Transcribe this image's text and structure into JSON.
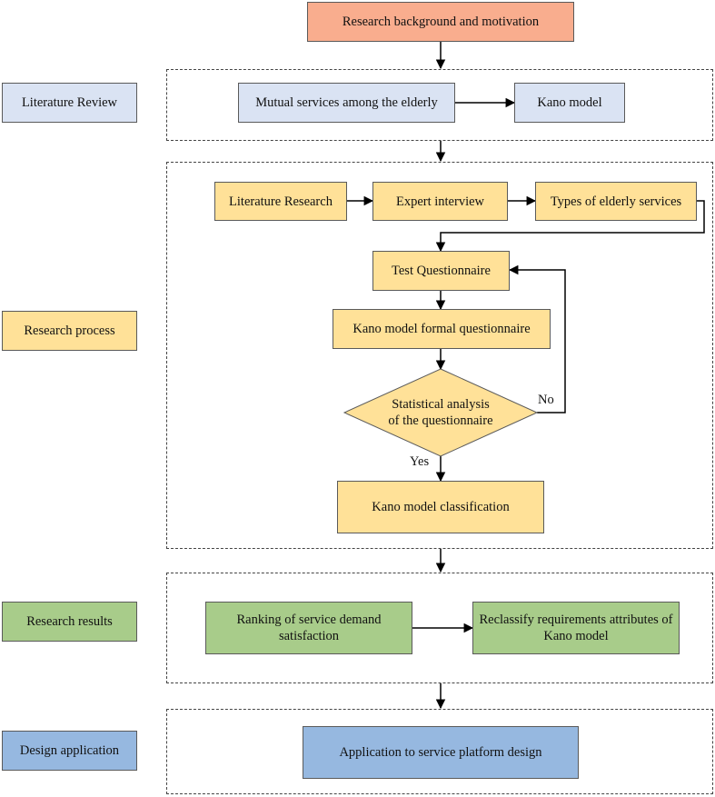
{
  "nodes": {
    "background": "Research background and motivation",
    "literature_review": "Literature Review",
    "mutual_services": "Mutual services among the elderly",
    "kano_model": "Kano model",
    "research_process": "Research process",
    "literature_research": "Literature Research",
    "expert_interview": "Expert interview",
    "types_services": "Types of elderly services",
    "test_questionnaire": "Test Questionnaire",
    "formal_questionnaire": "Kano model formal questionnaire",
    "statistical_analysis": "Statistical analysis of the questionnaire",
    "classification": "Kano model classification",
    "research_results": "Research results",
    "ranking": "Ranking of service demand satisfaction",
    "reclassify": "Reclassify requirements attributes of Kano model",
    "design_application": "Design application",
    "application": "Application to service platform design"
  },
  "edge_labels": {
    "no": "No",
    "yes": "Yes"
  },
  "colors": {
    "orange": "#F9AD8E",
    "light_blue": "#DAE3F3",
    "yellow": "#FFE198",
    "green": "#A8CC8A",
    "steel_blue": "#96B8E0"
  }
}
